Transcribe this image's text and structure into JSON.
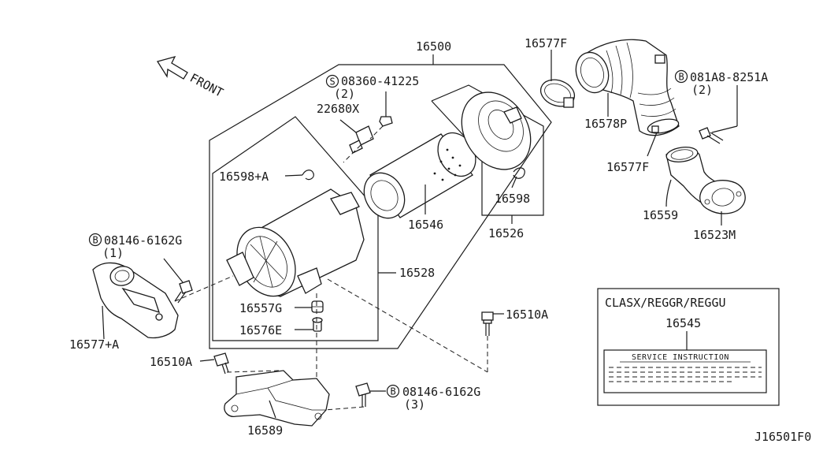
{
  "labels": {
    "p16500": "16500",
    "p16577F_top": "16577F",
    "p16578P": "16578P",
    "p16577F_mid": "16577F",
    "bolt_081A8": "081A8-8251A",
    "bolt_081A8_qty": "(2)",
    "screw_08360": "08360-41225",
    "screw_08360_qty": "(2)",
    "p22680X": "22680X",
    "p16598A": "16598+A",
    "p16598": "16598",
    "p16546": "16546",
    "p16526": "16526",
    "p16559": "16559",
    "p16523M": "16523M",
    "bolt_08146_1": "08146-6162G",
    "bolt_08146_1_qty": "(1)",
    "p16528": "16528",
    "p16557G": "16557G",
    "p16576E": "16576E",
    "p16510A_right": "16510A",
    "p16577A": "16577+A",
    "p16510A_left": "16510A",
    "bolt_08146_3": "08146-6162G",
    "bolt_08146_3_qty": "(3)",
    "p16589": "16589",
    "front": "FRONT",
    "marker_b": "B",
    "marker_s": "S"
  },
  "note_box": {
    "codes": "CLASX/REGGR/REGGU",
    "part_no": "16545",
    "sheet_title": "SERVICE INSTRUCTION"
  },
  "diagram_id": "J16501F0"
}
